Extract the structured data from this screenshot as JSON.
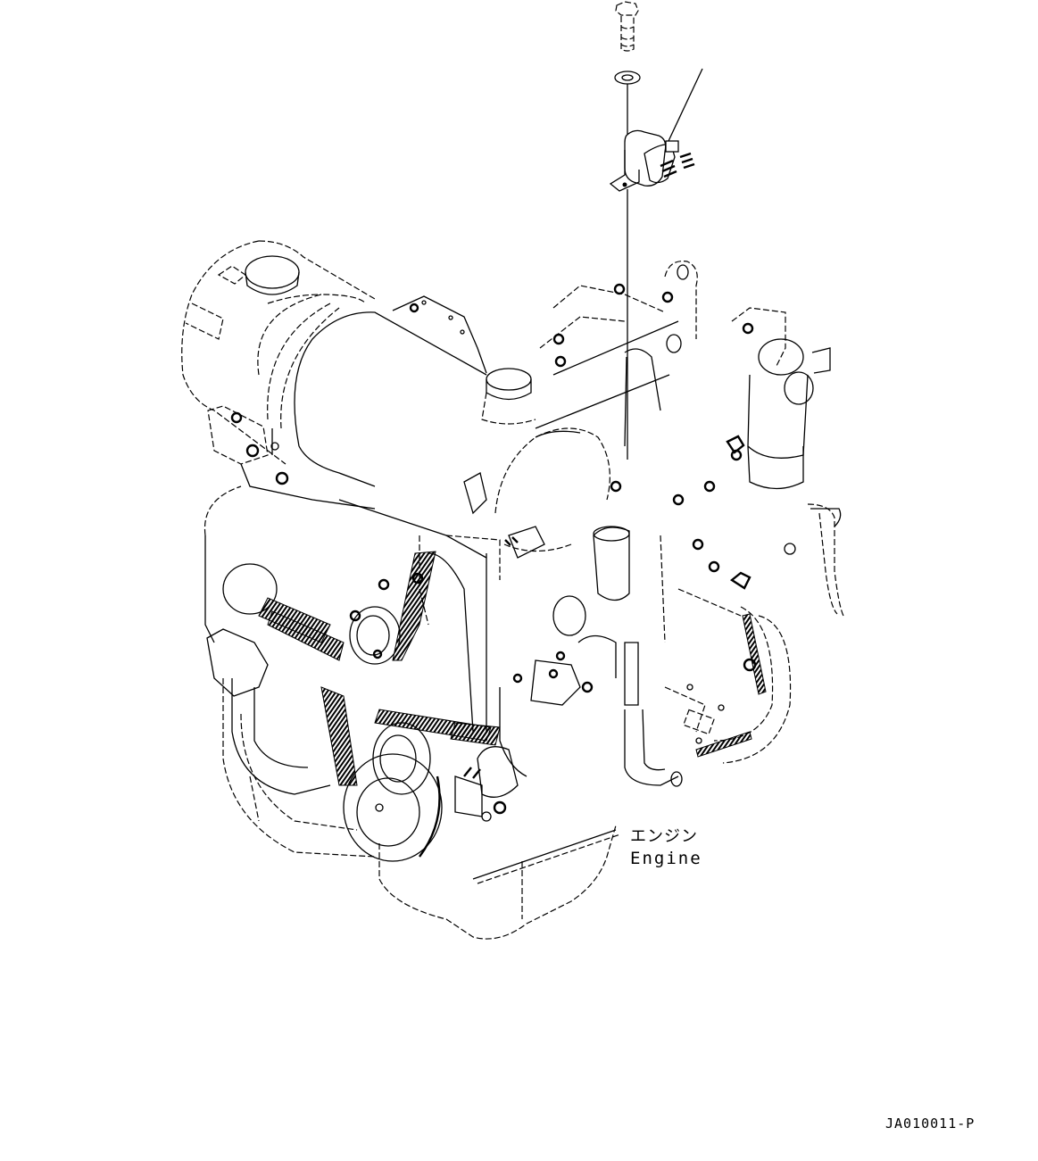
{
  "diagram": {
    "type": "parts-catalog-exploded-view",
    "subject": "engine with relay mounting",
    "colors": {
      "line": "#000000",
      "background": "#ffffff"
    }
  },
  "labels": {
    "engine_jp": "エンジン",
    "engine_en": "Engine"
  },
  "drawing_number": "JA010011-P",
  "parts": [
    {
      "name": "bolt",
      "icon": "bolt-icon"
    },
    {
      "name": "washer",
      "icon": "washer-icon"
    },
    {
      "name": "relay",
      "icon": "relay-icon"
    }
  ]
}
